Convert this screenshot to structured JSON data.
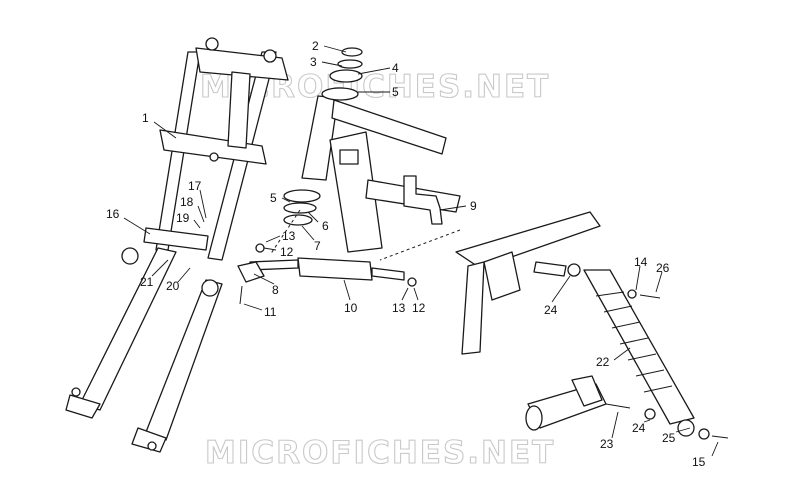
{
  "watermark": {
    "top": "MICROFICHES.NET",
    "bottom": "MICROFICHES.NET",
    "color": "#c9c9c9"
  },
  "callouts": {
    "c1": "1",
    "c2": "2",
    "c3": "3",
    "c4": "4",
    "c5a": "5",
    "c5b": "5",
    "c6": "6",
    "c7": "7",
    "c8": "8",
    "c9": "9",
    "c10": "10",
    "c11": "11",
    "c12a": "12",
    "c12b": "12",
    "c13a": "13",
    "c13b": "13",
    "c14": "14",
    "c15": "15",
    "c16": "16",
    "c17": "17",
    "c18": "18",
    "c19": "19",
    "c20": "20",
    "c21": "21",
    "c22": "22",
    "c23": "23",
    "c24a": "24",
    "c24b": "24",
    "c25": "25",
    "c26": "26"
  }
}
